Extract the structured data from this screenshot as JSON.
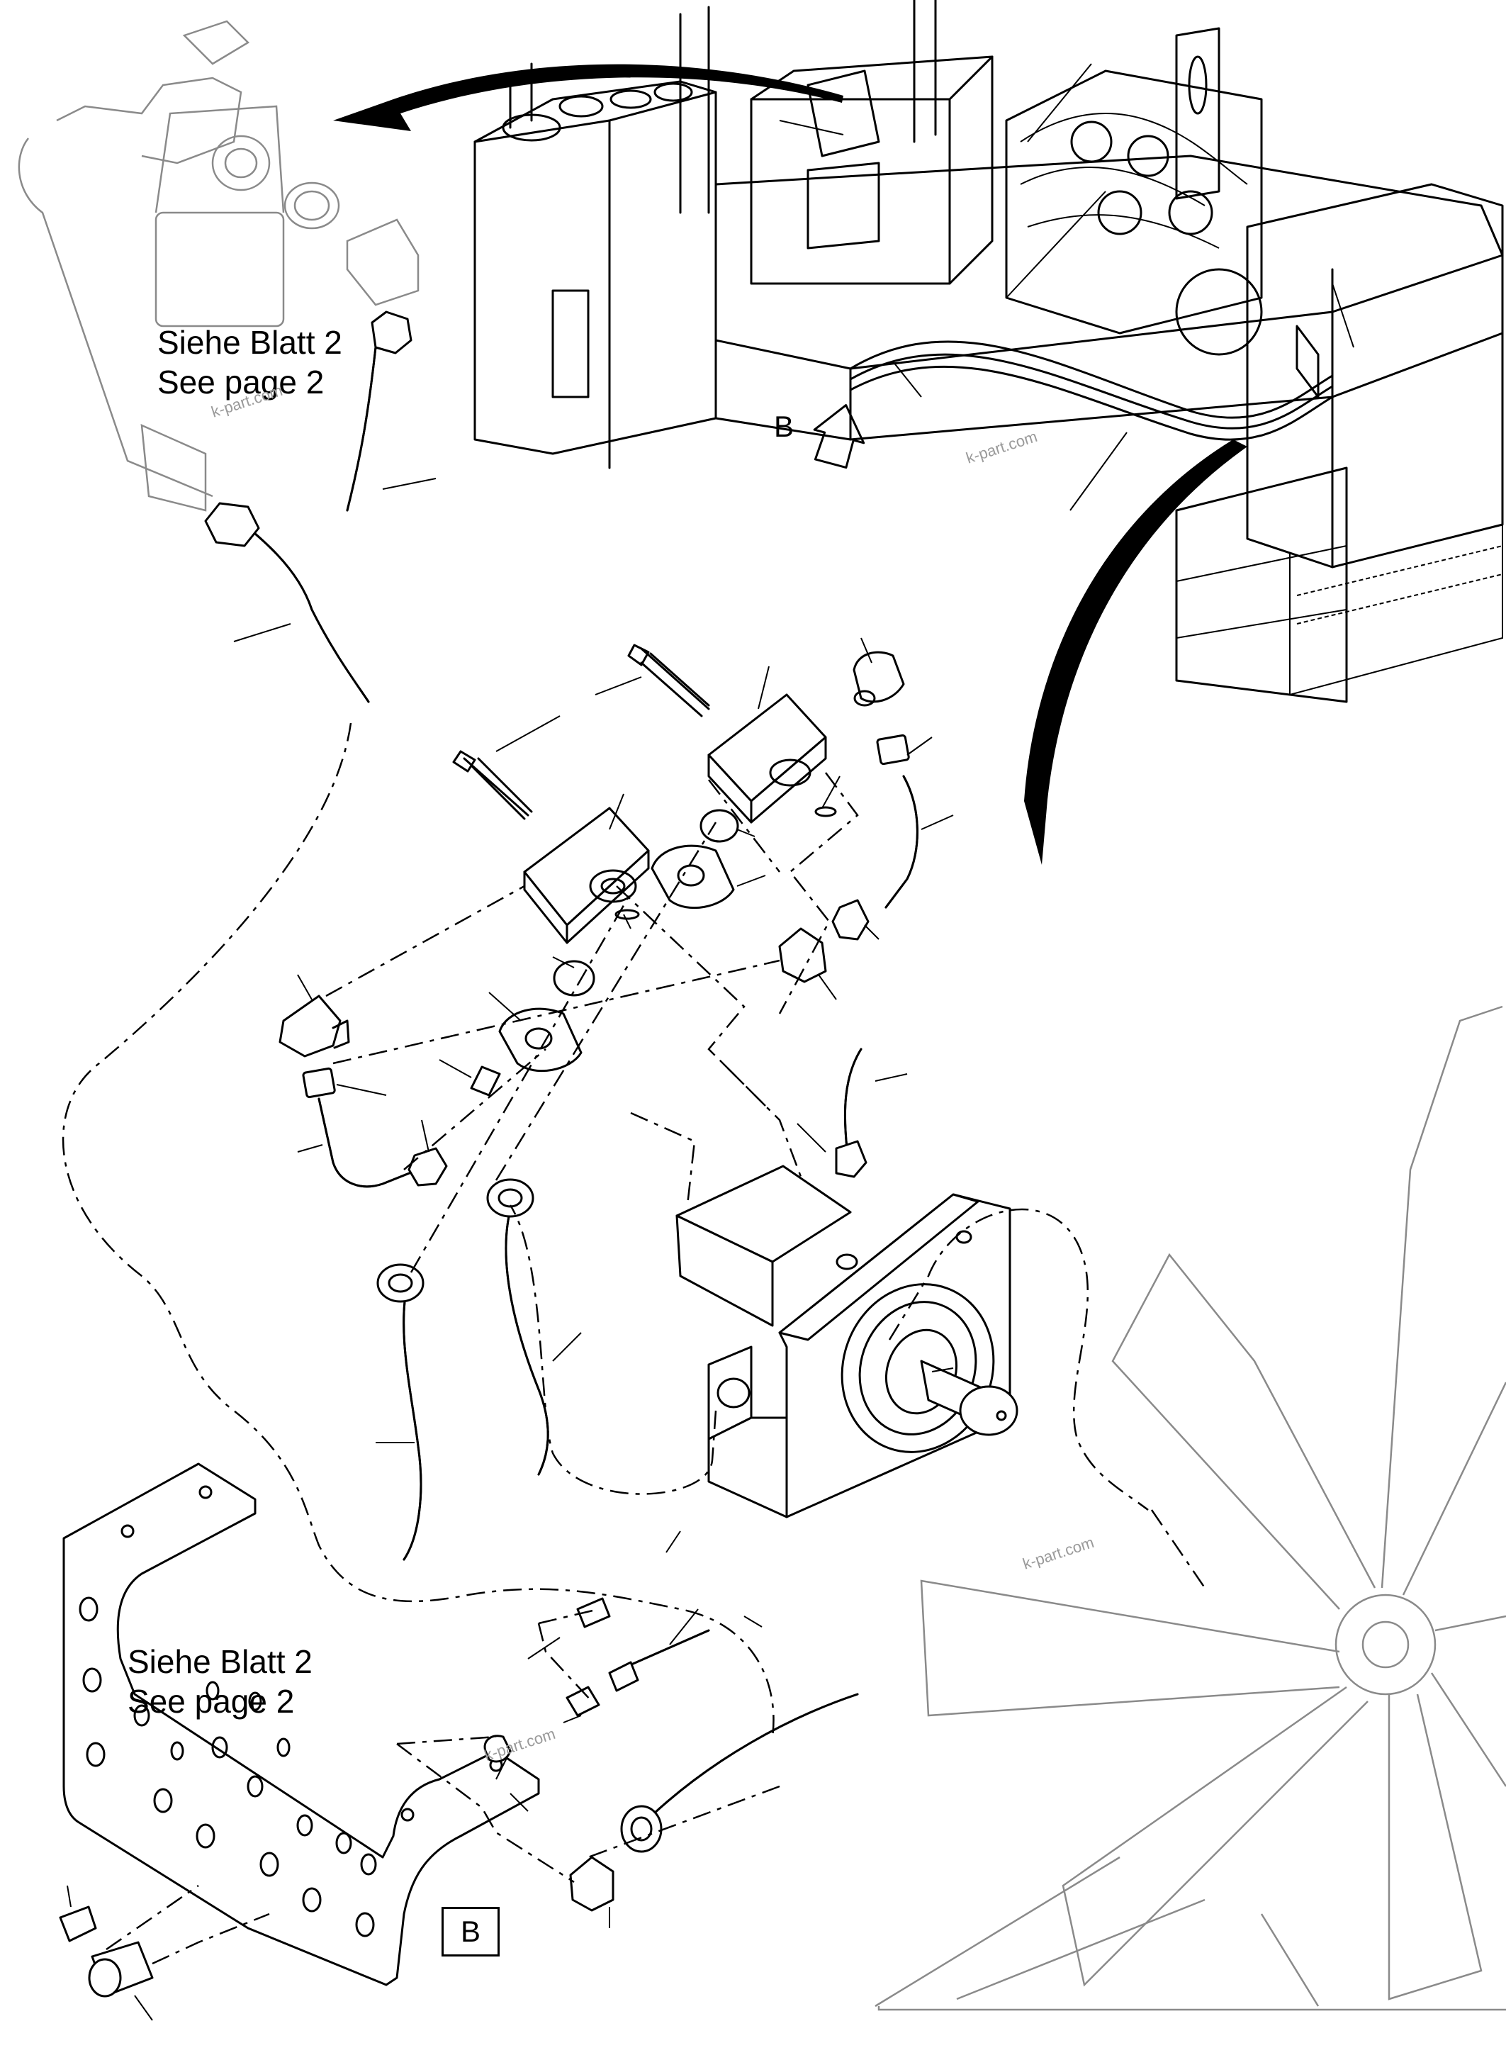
{
  "labels": {
    "reference_top": {
      "line1": "Siehe Blatt 2",
      "line2": "See page 2"
    },
    "reference_bottom": {
      "line1": "Siehe Blatt 2",
      "line2": "See page 2"
    },
    "view_arrow_letter": "B",
    "view_box_letter": "B"
  },
  "watermark": "k-part.com",
  "colors": {
    "line": "#000000",
    "ghost": "#8a8a8a",
    "watermark": "#9a9a9a",
    "background": "#ffffff"
  },
  "icons": {
    "view_arrow": "hollow-arrow-up-right",
    "flow_arrows": "curved-filled-arrow"
  }
}
